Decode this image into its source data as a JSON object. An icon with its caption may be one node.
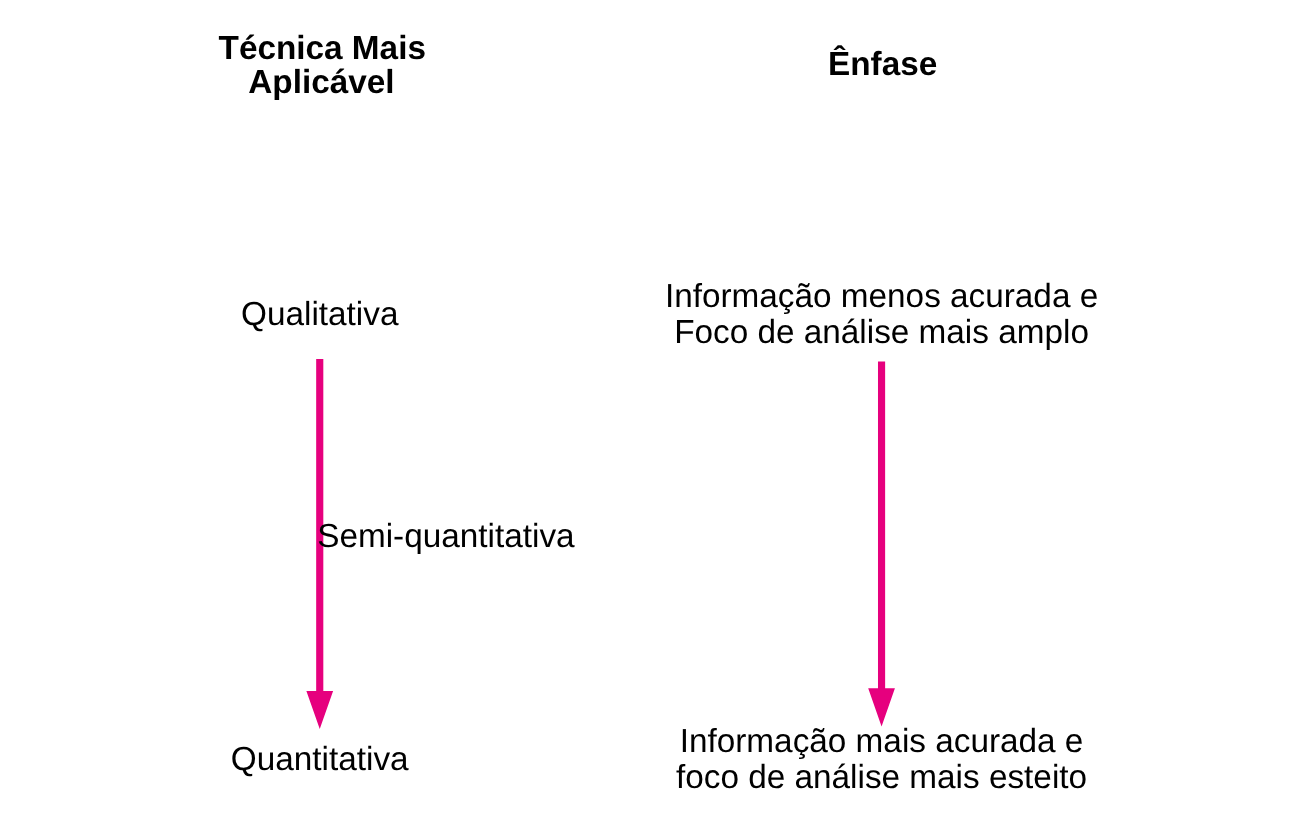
{
  "diagram": {
    "nodes": [
      {
        "text": [
          "Qualitativa"
        ]
      },
      {
        "text": [
          "Quantitativa"
        ]
      },
      {
        "text": [
          "Informação menos acurada e Foco de análise mais amplo"
        ]
      },
      {
        "text": [
          "Informação mais acurada e foco de análise mais esteito"
        ]
      }
    ],
    "edges": [
      {
        "from": 0,
        "to": 1,
        "arrow": "to",
        "label": "Semi-quantitativa",
        "color": "#e6007e"
      },
      {
        "from": 2,
        "to": 3,
        "arrow": "to",
        "color": "#e6007e"
      }
    ],
    "labels": [
      "Técnica Mais Aplicável",
      "Ênfase"
    ]
  }
}
